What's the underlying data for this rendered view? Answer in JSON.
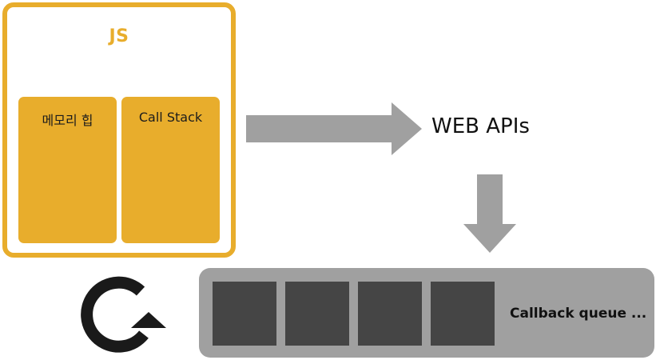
{
  "js_runtime": {
    "title": "JS",
    "heap_label": "메모리 힙",
    "stack_label": "Call Stack"
  },
  "web_apis": {
    "label": "WEB APIs"
  },
  "callback_queue": {
    "label": "Callback queue ...",
    "slot_count": 4
  },
  "icons": {
    "arrow_to_web_apis": "arrow-right-icon",
    "arrow_to_queue": "arrow-down-icon",
    "event_loop": "refresh-loop-icon"
  },
  "colors": {
    "js_accent": "#e8ad2c",
    "arrow": "#a0a0a0",
    "queue_bg": "#a0a0a0",
    "queue_slot": "#454545",
    "loop_icon": "#1a1a1a"
  }
}
